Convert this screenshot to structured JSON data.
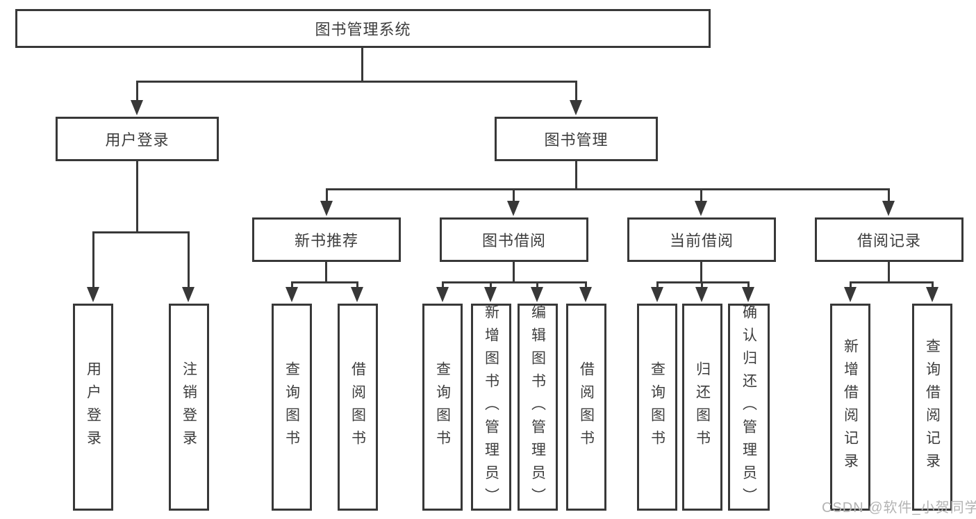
{
  "tree": {
    "root": {
      "label": "图书管理系统"
    },
    "branches": [
      {
        "label": "用户登录",
        "children": [
          {
            "label": "用户登录"
          },
          {
            "label": "注销登录"
          }
        ]
      },
      {
        "label": "图书管理",
        "sections": [
          {
            "label": "新书推荐",
            "children": [
              {
                "label": "查询图书"
              },
              {
                "label": "借阅图书"
              }
            ]
          },
          {
            "label": "图书借阅",
            "children": [
              {
                "label": "查询图书"
              },
              {
                "label": "新增图书（管理员）"
              },
              {
                "label": "编辑图书（管理员）"
              },
              {
                "label": "借阅图书"
              }
            ]
          },
          {
            "label": "当前借阅",
            "children": [
              {
                "label": "查询图书"
              },
              {
                "label": "归还图书"
              },
              {
                "label": "确认归还（管理员）"
              }
            ]
          },
          {
            "label": "借阅记录",
            "children": [
              {
                "label": "新增借阅记录"
              },
              {
                "label": "查询借阅记录"
              }
            ]
          }
        ]
      }
    ]
  },
  "watermark": {
    "text": "CSDN @软件_小贺同学"
  },
  "colors": {
    "line": "#383838",
    "text": "#3d3d3d",
    "watermark": "#b3b3b3",
    "background": "#ffffff"
  }
}
